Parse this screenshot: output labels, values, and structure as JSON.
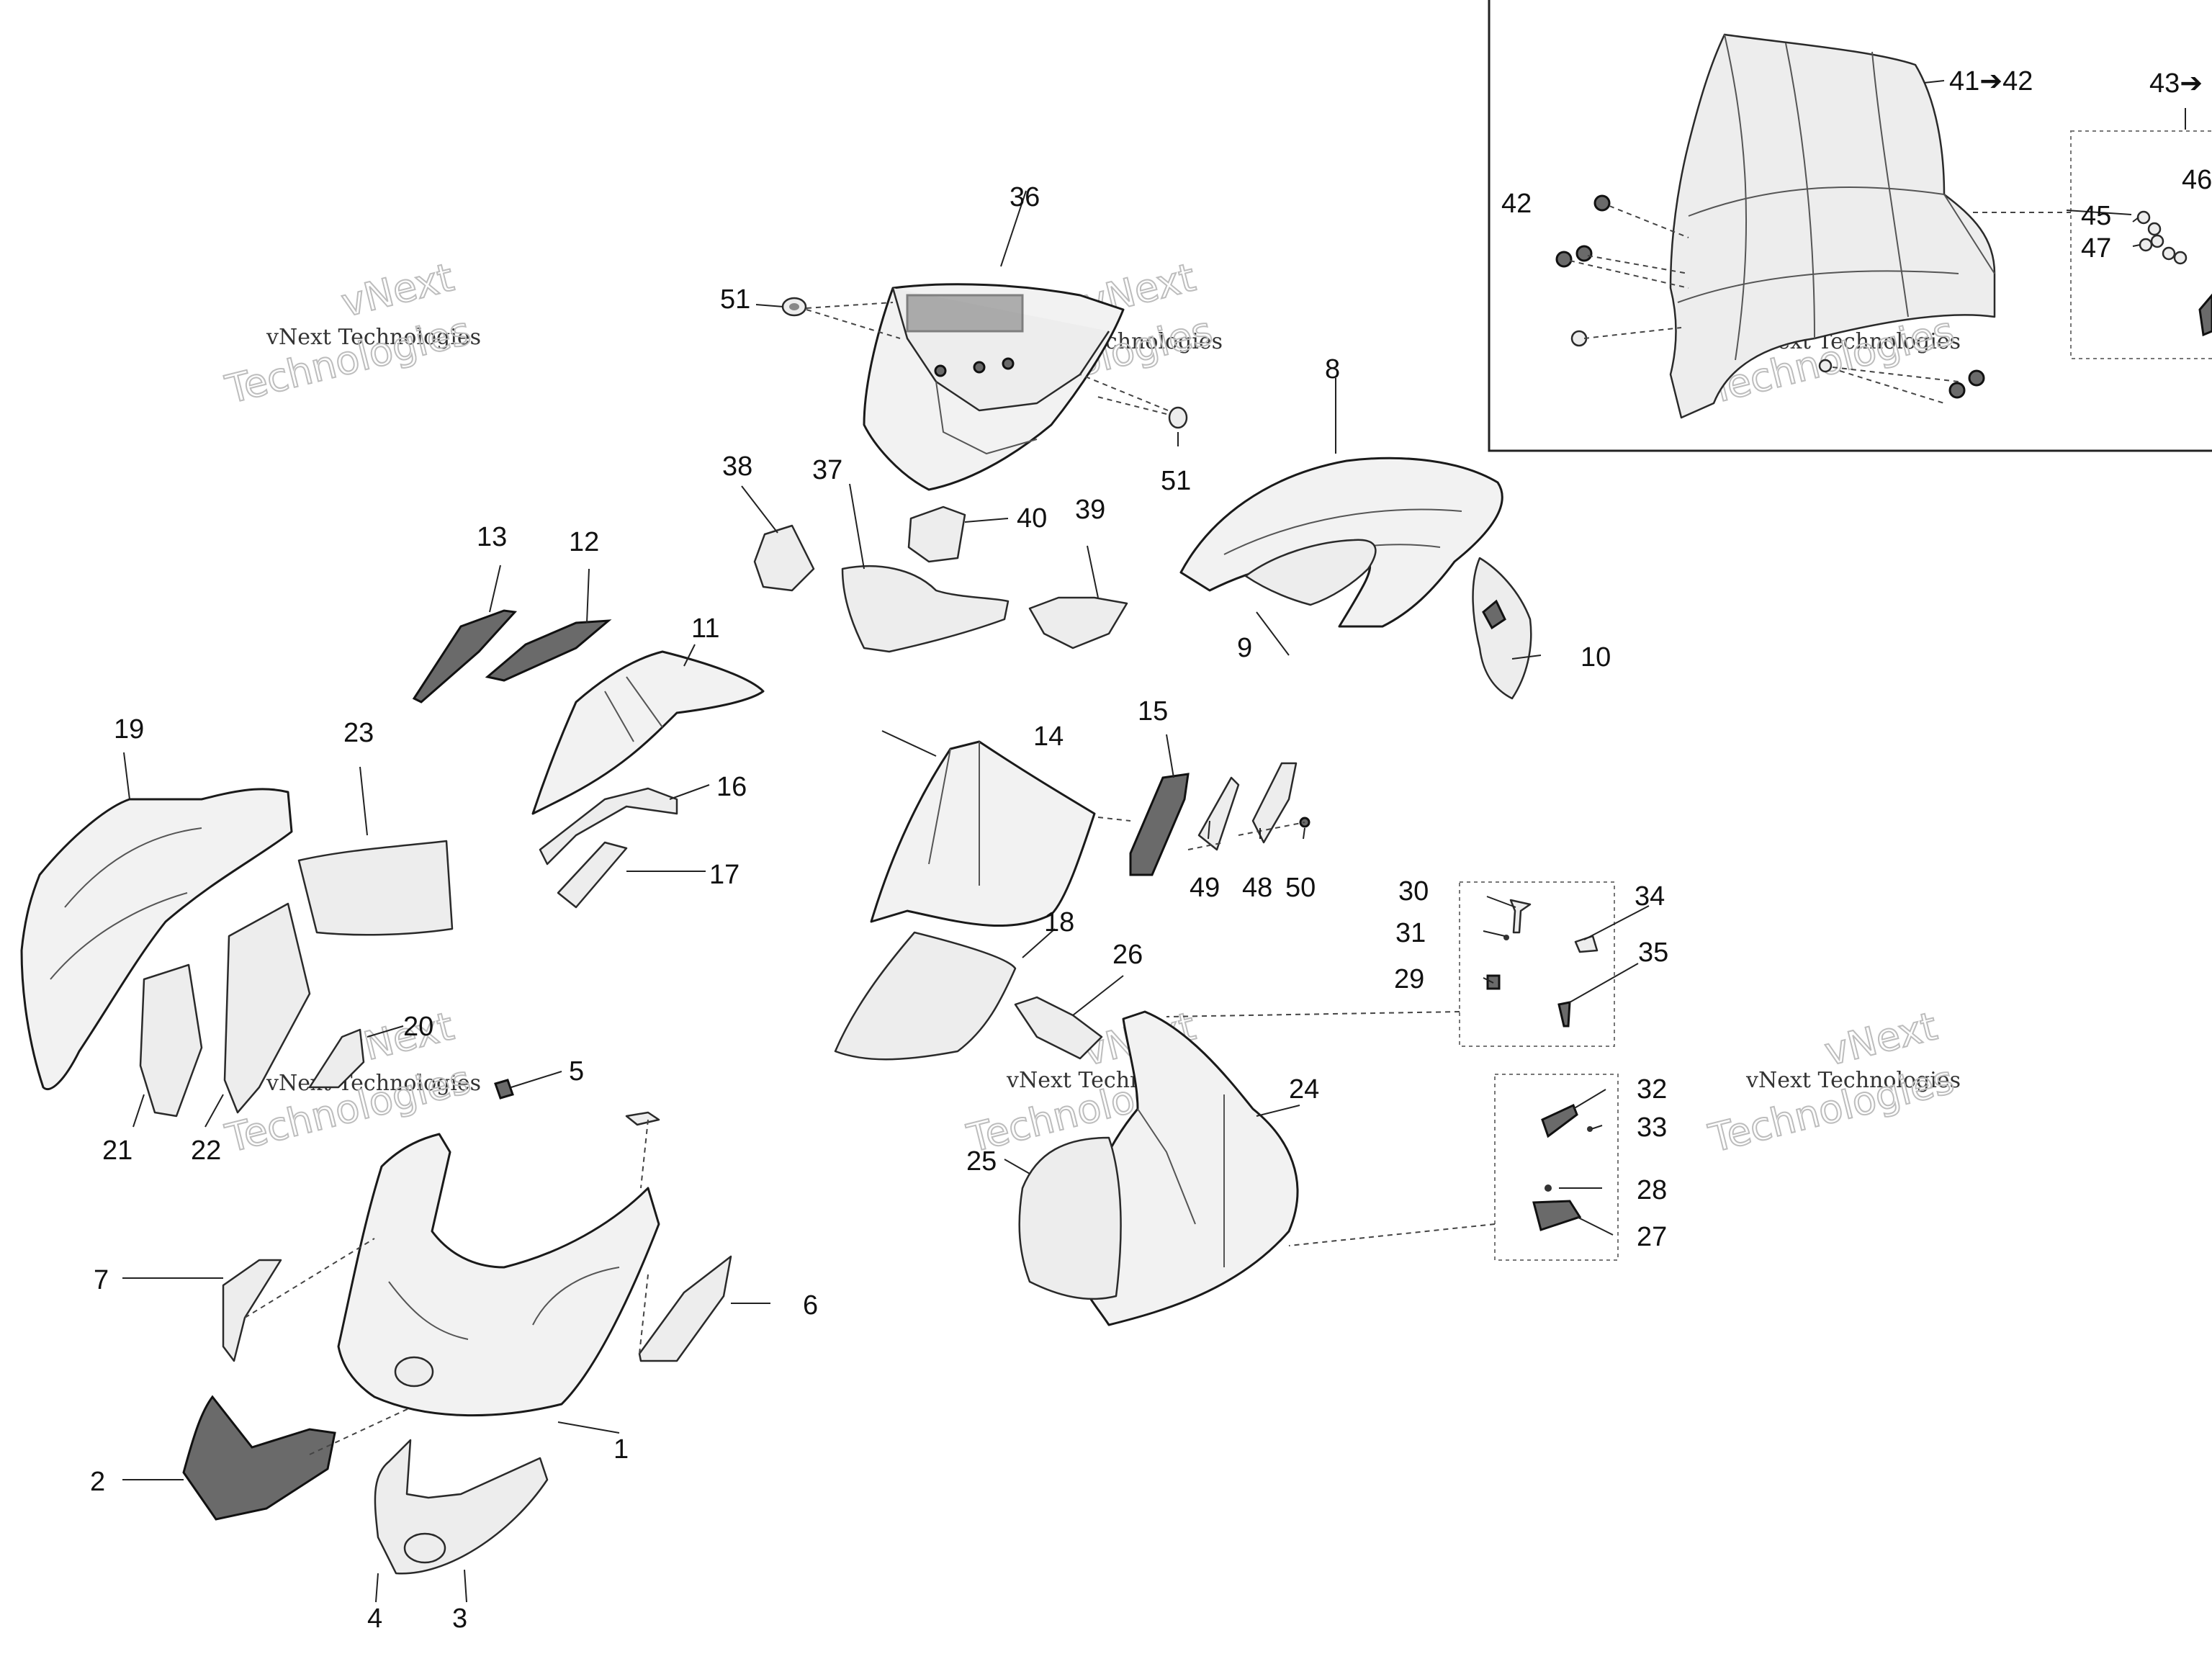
{
  "watermark": {
    "line_small": "vNext Technologies",
    "line_word": "vNext",
    "line_big": "Technologies"
  },
  "callouts": {
    "c1": "1",
    "c2": "2",
    "c3": "3",
    "c4": "4",
    "c5": "5",
    "c6": "6",
    "c7": "7",
    "c8": "8",
    "c9": "9",
    "c10": "10",
    "c11": "11",
    "c12": "12",
    "c13": "13",
    "c14": "14",
    "c15": "15",
    "c16": "16",
    "c17": "17",
    "c18": "18",
    "c19": "19",
    "c20": "20",
    "c21": "21",
    "c22": "22",
    "c23": "23",
    "c24": "24",
    "c25": "25",
    "c26": "26",
    "c27": "27",
    "c28": "28",
    "c29": "29",
    "c30": "30",
    "c31": "31",
    "c32": "32",
    "c33": "33",
    "c34": "34",
    "c35": "35",
    "c36": "36",
    "c37": "37",
    "c38": "38",
    "c39": "39",
    "c40": "40",
    "c41_42": "41➔42",
    "c42": "42",
    "c43": "43➔",
    "c45": "45",
    "c46": "46",
    "c47": "47",
    "c48": "48",
    "c49": "49",
    "c50": "50",
    "c51a": "51",
    "c51b": "51"
  }
}
